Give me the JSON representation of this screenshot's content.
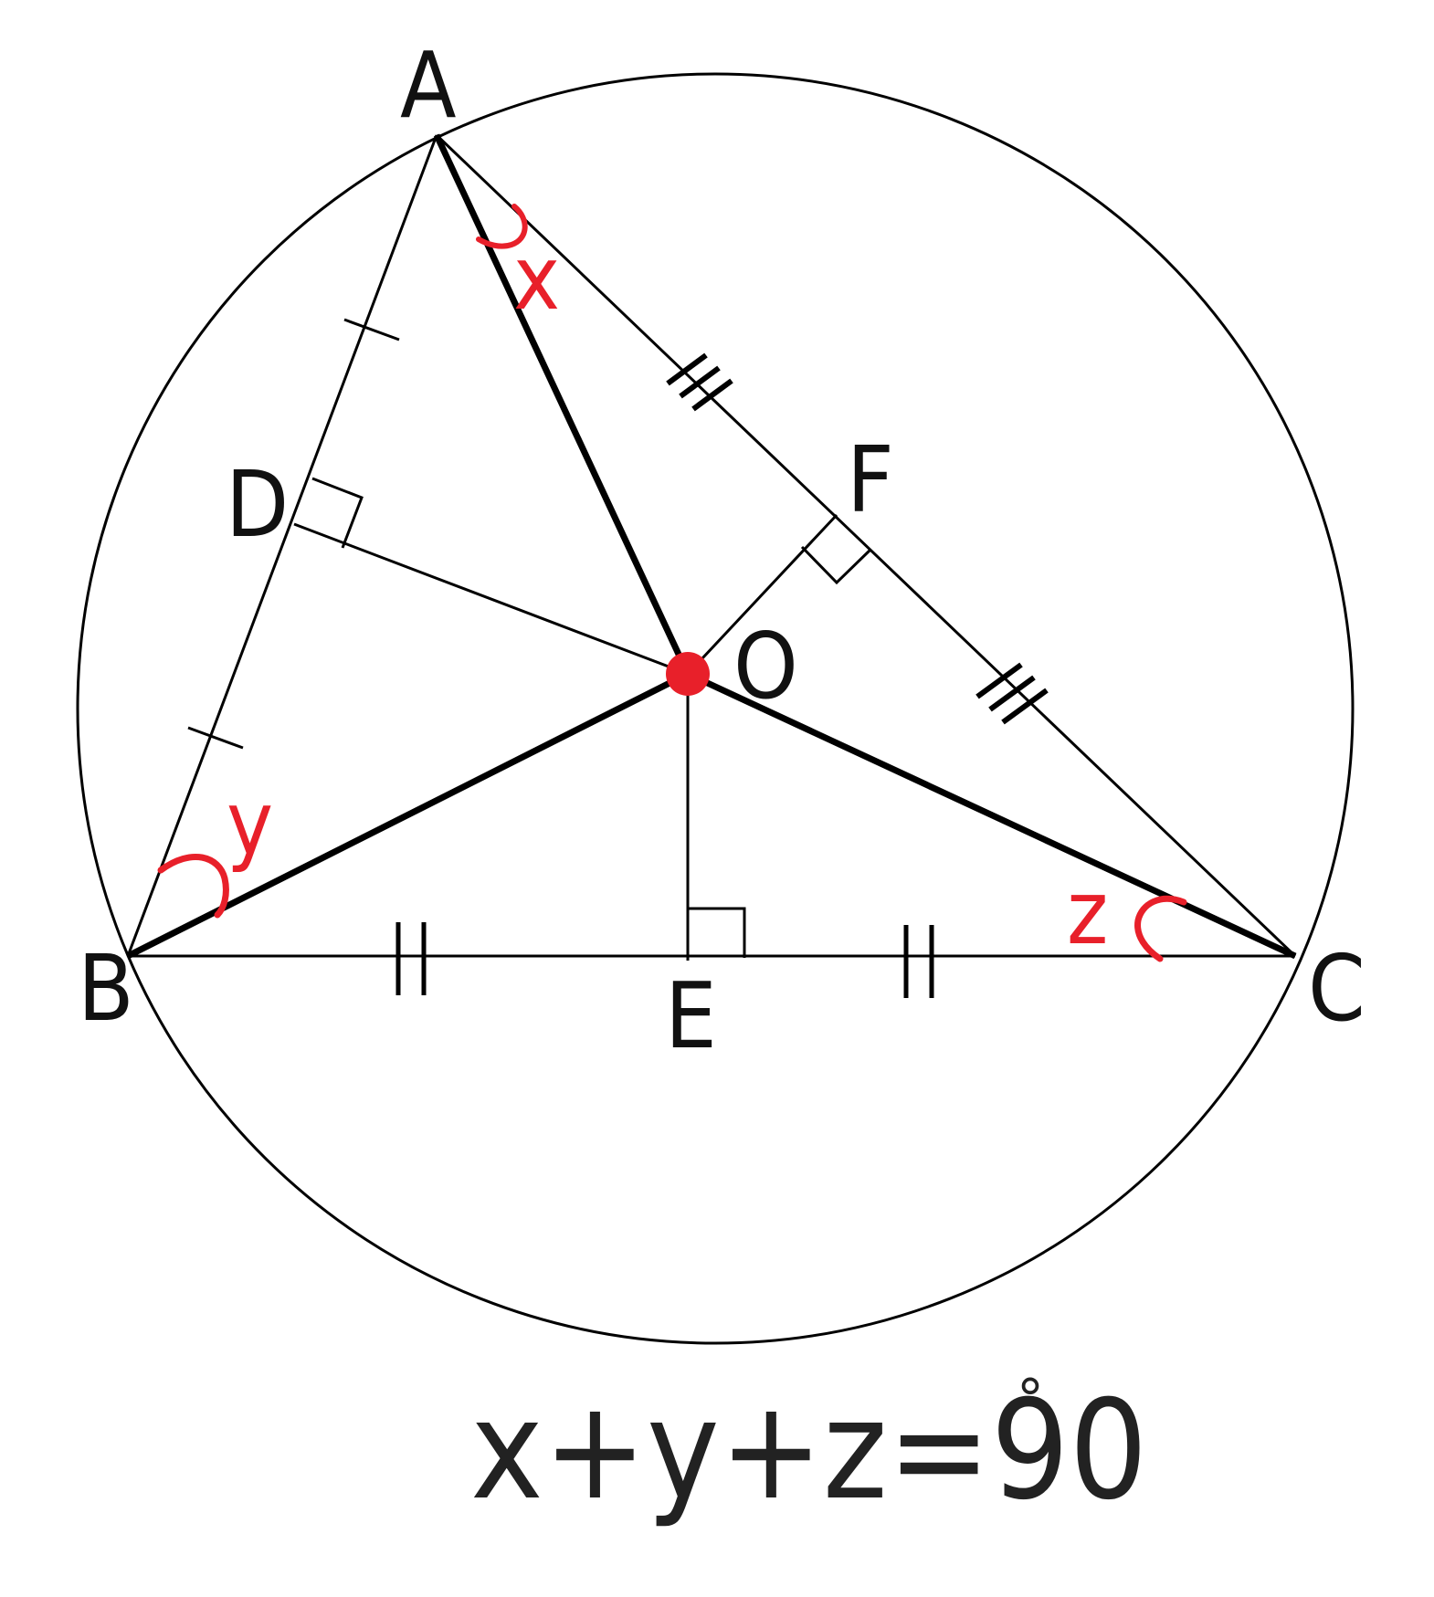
{
  "diagram": {
    "points": {
      "A": "A",
      "B": "B",
      "C": "C",
      "D": "D",
      "E": "E",
      "F": "F",
      "O": "O"
    },
    "angles": {
      "x": "x",
      "y": "y",
      "z": "z"
    },
    "formula": {
      "text": "x+y+z=90",
      "unit": "°"
    },
    "colors": {
      "line": "#000000",
      "accent": "#e8202a"
    }
  }
}
